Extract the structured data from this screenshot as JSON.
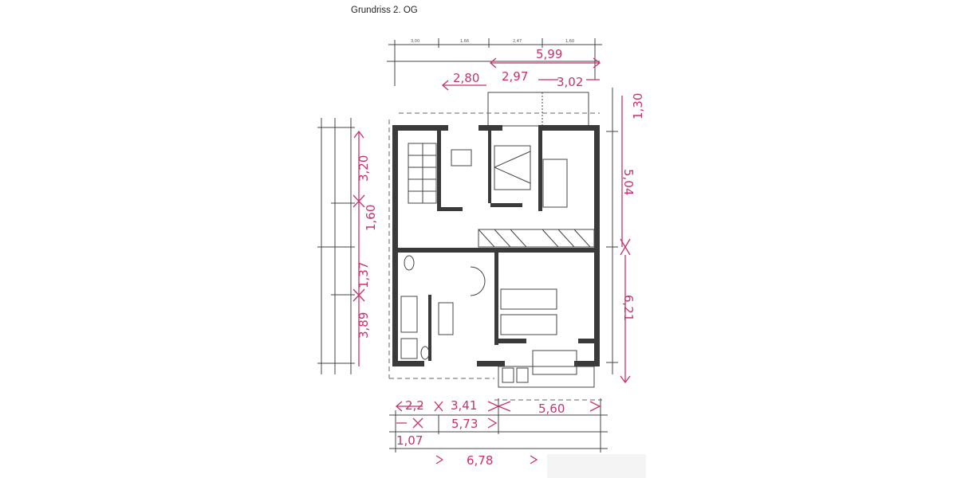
{
  "title": "Grundriss 2. OG",
  "annotations": {
    "top_total": "5,99",
    "top_left": "2,80",
    "top_mid": "2,97",
    "top_right": "3,02",
    "right_balcony": "1,30",
    "right_upper": "5,04",
    "right_lower": "6,21",
    "left_top": "3,20",
    "left_upper_mid": "1,60",
    "left_lower_mid": "1,37",
    "left_bottom": "3,89",
    "bottom_a": "2,2",
    "bottom_b": "3,41",
    "bottom_c": "5,60",
    "bottom_d": "5,73",
    "bottom_e": "1,07",
    "bottom_total": "6,78"
  },
  "colors": {
    "annotation": "#c8326e",
    "walls": "#3a3a3a"
  }
}
